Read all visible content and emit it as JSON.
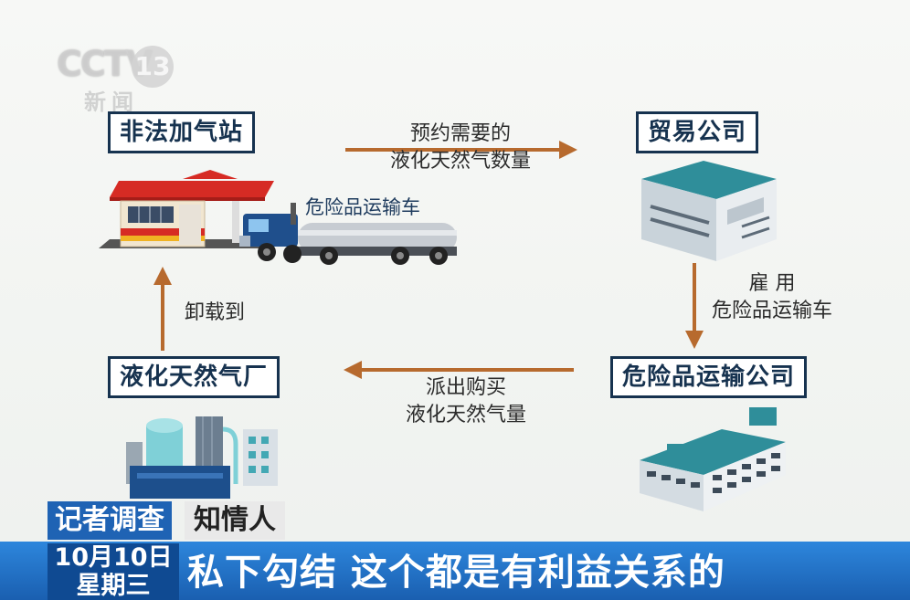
{
  "channel": {
    "logo_text": "CCTV",
    "channel_number": "13",
    "channel_name": "新闻"
  },
  "nodes": {
    "gas_station": "非法加气站",
    "trading_company": "贸易公司",
    "transport_company": "危险品运输公司",
    "lng_plant": "液化天然气厂",
    "truck_label": "危险品运输车"
  },
  "edges": {
    "station_to_trading": [
      "预约需要的",
      "液化天然气数量"
    ],
    "trading_to_transport": [
      "雇 用",
      "危险品运输车"
    ],
    "transport_to_plant": [
      "派出购买",
      "液化天然气量"
    ],
    "plant_to_station": [
      "卸载到"
    ]
  },
  "lower_third": {
    "program": "记者调查",
    "speaker": "知情人",
    "date": "10月10日",
    "weekday": "星期三",
    "subtitle": "私下勾结 这个都是有利益关系的"
  },
  "colors": {
    "arrow": "#b76a2e",
    "box_border": "#16324f",
    "bar_blue": "#1f63b4"
  }
}
